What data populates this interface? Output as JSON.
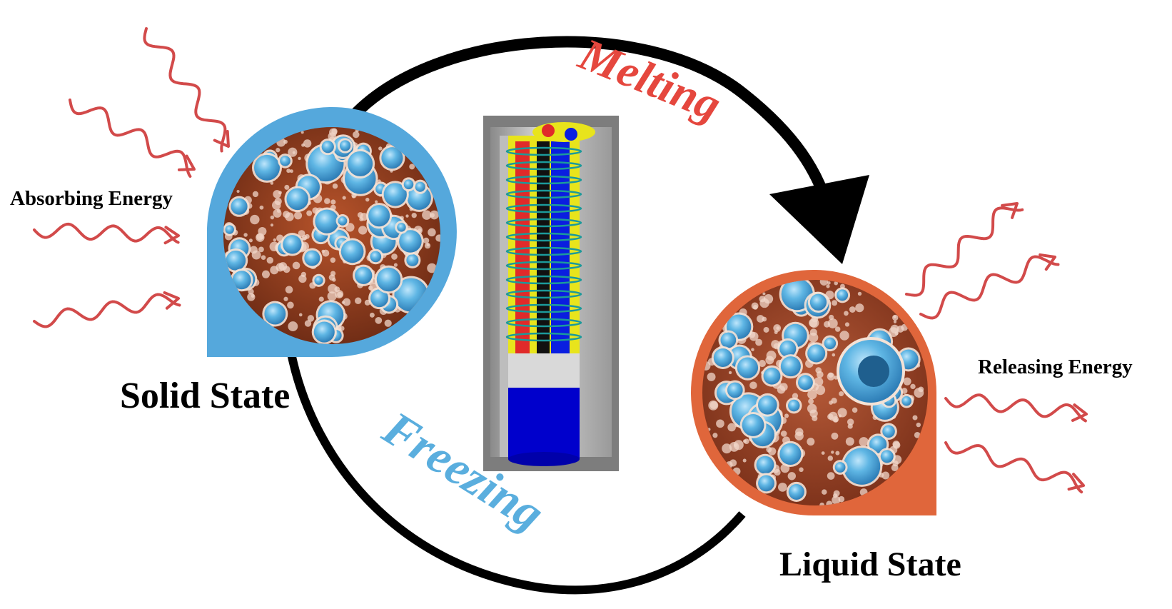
{
  "labels": {
    "absorbing": "Absorbing Energy",
    "releasing": "Releasing Energy",
    "solid": "Solid State",
    "liquid": "Liquid State",
    "melting": "Melting",
    "freezing": "Freezing"
  },
  "colors": {
    "solid_frame": "#55a8dc",
    "liquid_frame": "#e0663b",
    "wave": "#d24a4a",
    "melting_text": "#e5473e",
    "freezing_text": "#5aaede",
    "cycle_arrow": "#000000",
    "material_base": "#8a3a1c",
    "bubble": "#5fb6e4"
  }
}
